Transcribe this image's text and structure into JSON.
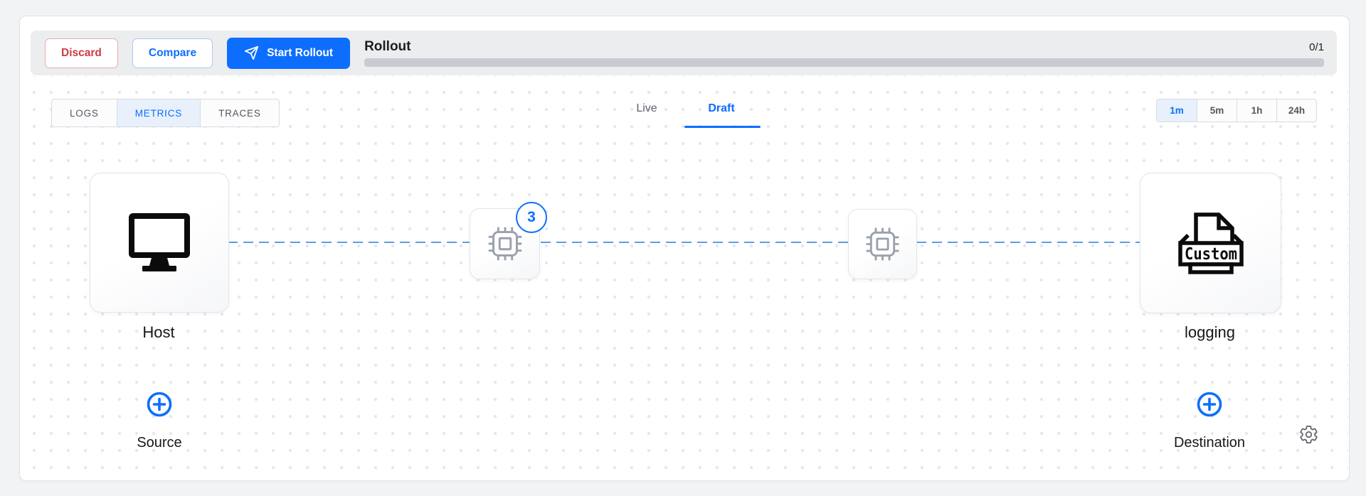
{
  "toolbar": {
    "discard": "Discard",
    "compare": "Compare",
    "start_rollout": "Start Rollout",
    "rollout_title": "Rollout",
    "rollout_count": "0/1",
    "progress_percent": 0
  },
  "telemetry_tabs": [
    {
      "label": "LOGS",
      "active": false
    },
    {
      "label": "METRICS",
      "active": true
    },
    {
      "label": "TRACES",
      "active": false
    }
  ],
  "mode_tabs": [
    {
      "label": "Live",
      "active": false
    },
    {
      "label": "Draft",
      "active": true
    }
  ],
  "time_ranges": [
    {
      "label": "1m",
      "active": true
    },
    {
      "label": "5m",
      "active": false
    },
    {
      "label": "1h",
      "active": false
    },
    {
      "label": "24h",
      "active": false
    }
  ],
  "pipeline": {
    "source": {
      "label": "Host",
      "icon": "monitor-icon"
    },
    "processors": [
      {
        "icon": "chip-icon",
        "badge": "3"
      },
      {
        "icon": "chip-icon",
        "badge": ""
      }
    ],
    "destination": {
      "label": "logging",
      "icon": "custom-destination-icon",
      "icon_text": "Custom"
    },
    "add_source_label": "Source",
    "add_destination_label": "Destination"
  },
  "colors": {
    "accent": "#0d6efd",
    "danger": "#d03a45",
    "connector_dash": "#5b9de8",
    "progress_track": "#c8ccd2",
    "toolbar_bg": "#ebedef",
    "selected_segment_bg": "#e7f0fb",
    "canvas_dot": "#e7e8eb"
  }
}
